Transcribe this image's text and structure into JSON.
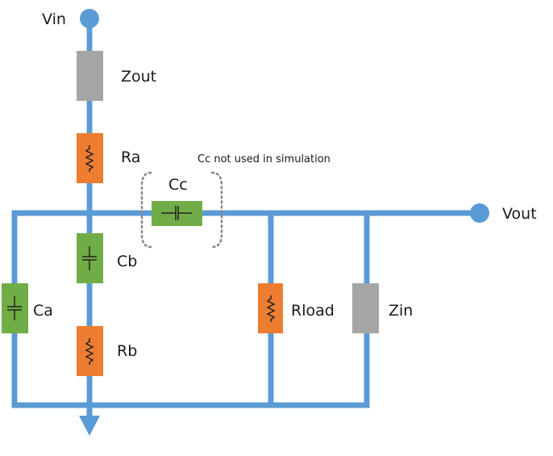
{
  "colors": {
    "wire": "#5b9bd5",
    "resistor": "#ed7d31",
    "capacitor": "#70ad47",
    "impedance": "#a5a5a5",
    "symbol": "#222222",
    "dashed": "#888888"
  },
  "nodes": {
    "vin": "Vin",
    "vout": "Vout"
  },
  "components": {
    "zout": "Zout",
    "ra": "Ra",
    "cc": "Cc",
    "cb": "Cb",
    "ca": "Ca",
    "rb": "Rb",
    "rload": "Rload",
    "zin": "Zin"
  },
  "annotation": {
    "cc_note": "Cc not used in simulation"
  }
}
